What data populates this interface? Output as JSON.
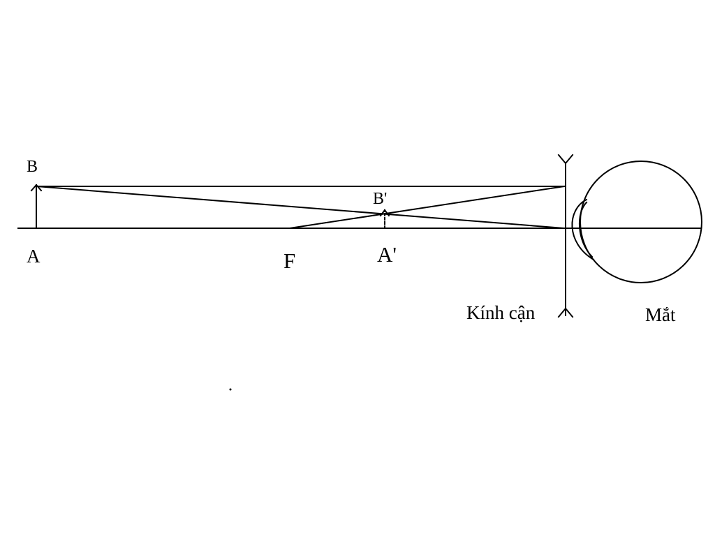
{
  "labels": {
    "B": "B",
    "A": "A",
    "F": "F",
    "B_prime": "B'",
    "A_prime": "A'",
    "lens": "Kính cận",
    "eye": "Mắt"
  }
}
